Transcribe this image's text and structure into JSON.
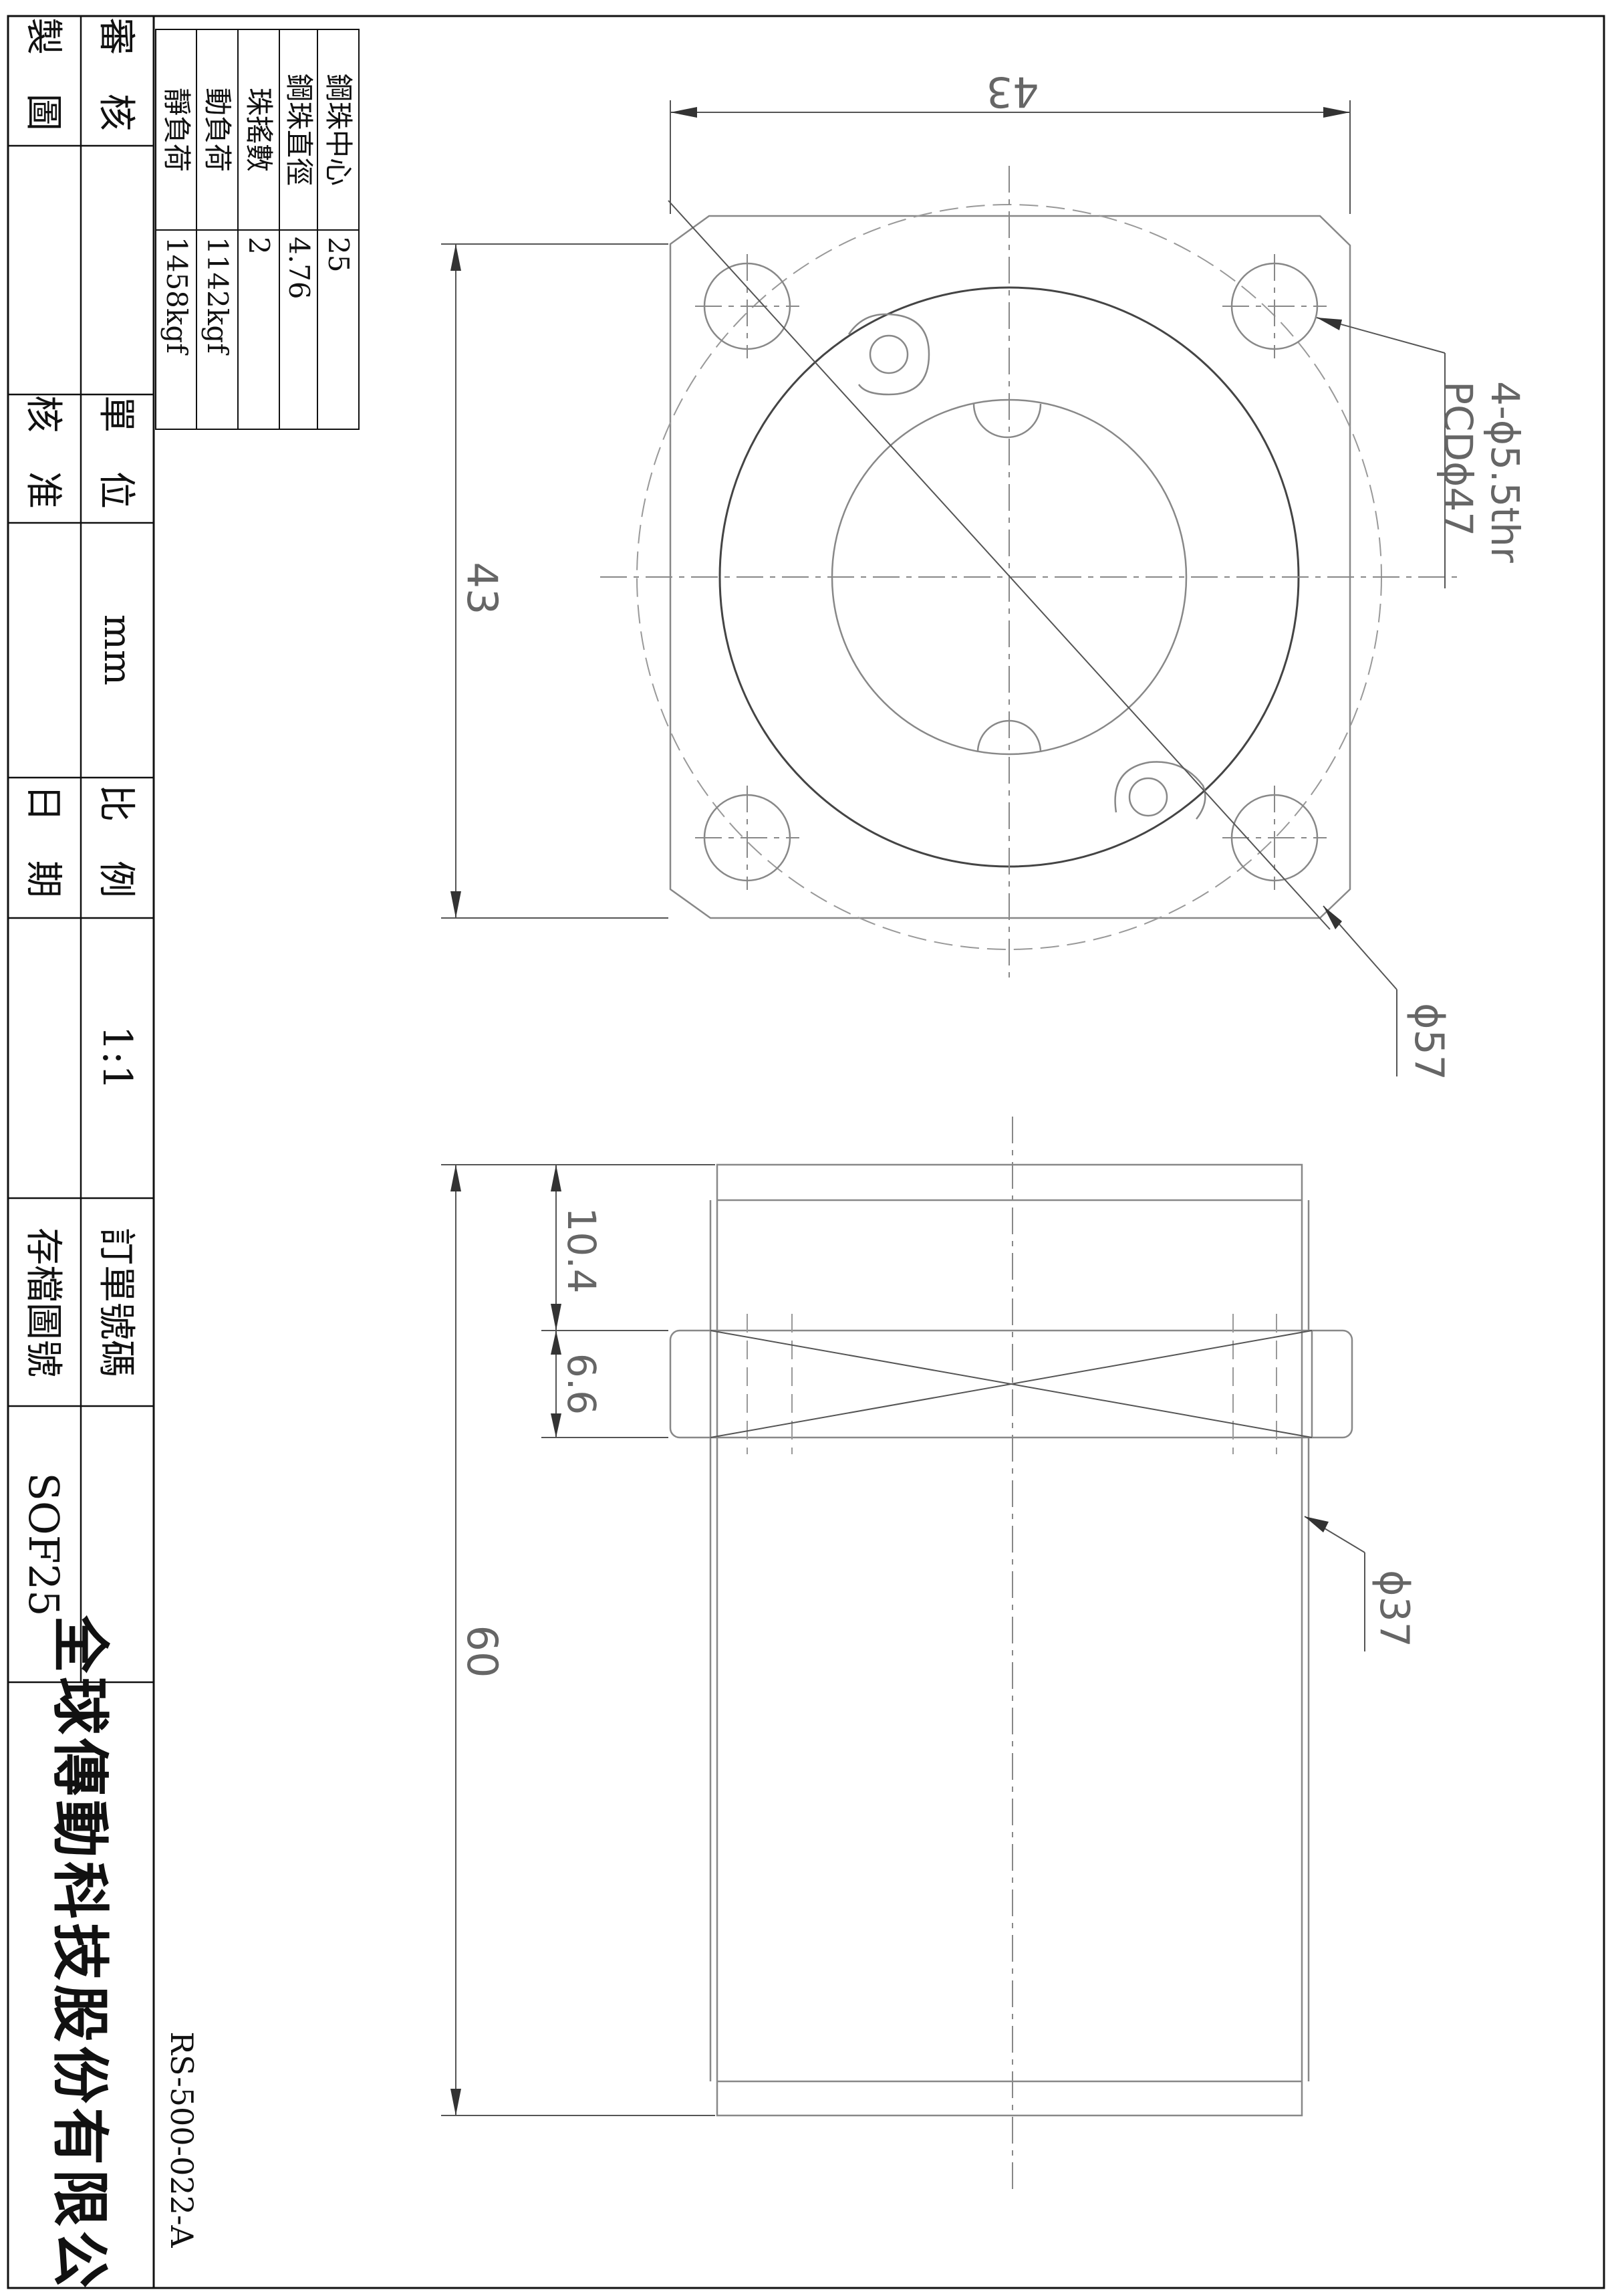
{
  "title_block": {
    "reviewer_label": "審 核",
    "drafter_label": "製 圖",
    "unit_label": "單 位",
    "unit_value": "mm",
    "approval_label": "核 准",
    "scale_label": "比 例",
    "scale_value": "1:1",
    "date_label": "日 期",
    "order_no_label": "訂單號碼",
    "file_no_label": "存檔圖號",
    "file_no_value": "SOF25",
    "company_name": "全球傳動科技股份有限公司",
    "drawing_no": "RS-500-022-A"
  },
  "spec_table": {
    "rows": [
      {
        "label": "鋼珠中心",
        "value": "25"
      },
      {
        "label": "鋼珠直徑",
        "value": "4.76"
      },
      {
        "label": "珠搖數",
        "value": "2"
      },
      {
        "label": "動負荷",
        "value": "1142kgf"
      },
      {
        "label": "靜負荷",
        "value": "1458kgf"
      }
    ]
  },
  "dimensions": {
    "width_top": "43",
    "height_left": "43",
    "bolt_holes": "4-ϕ5.5thr",
    "pcd": "PCDϕ47",
    "flange_od": "ϕ57",
    "flange_offset": "10.4",
    "flange_thickness": "6.6",
    "overall_length": "60",
    "body_od": "ϕ37"
  },
  "colors": {
    "line": "#111111",
    "part": "#888888",
    "dimension_text": "#666666"
  }
}
